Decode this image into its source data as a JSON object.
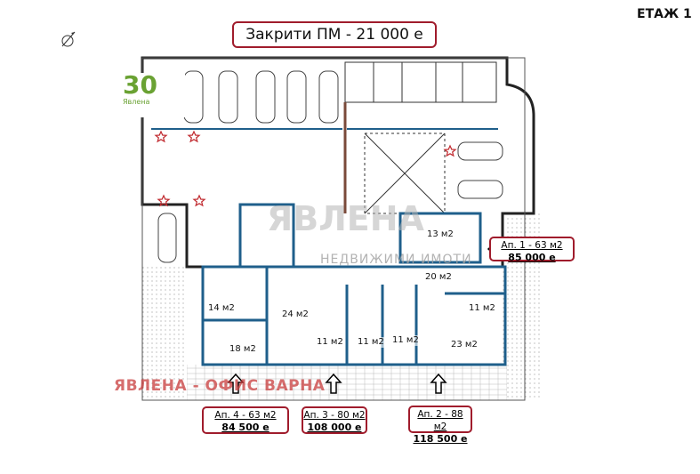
{
  "header": {
    "title": "Закрити ПМ - 21 000 е",
    "floor": "ЕТАЖ 1"
  },
  "logo": {
    "number": "30",
    "brand": "Явлена"
  },
  "watermarks": {
    "office": "ЯВЛЕНА - ОФИС ВАРНА",
    "brand": "ЯВЛЕНА",
    "brand_sub": "НЕДВИЖИМИ ИМОТИ"
  },
  "apartments": [
    {
      "label": "Ап. 1 - 63 м2",
      "price": "85 000 е"
    },
    {
      "label": "Ап. 4 - 63 м2",
      "price": "84 500 е"
    },
    {
      "label": "Ап. 3 - 80 м2",
      "price": "108 000 е"
    },
    {
      "label": "Ап. 2 - 88 м2",
      "price": "118 500 е"
    }
  ],
  "rooms": [
    "14 м2",
    "24 м2",
    "18 м2",
    "11 м2",
    "11 м2",
    "11 м2",
    "23 м2",
    "11 м2",
    "20 м2",
    "13 м2"
  ],
  "colors": {
    "accent": "#a01c2c",
    "wall": "#1f5f8b",
    "logo": "#6aa233",
    "star": "#c0282d"
  }
}
